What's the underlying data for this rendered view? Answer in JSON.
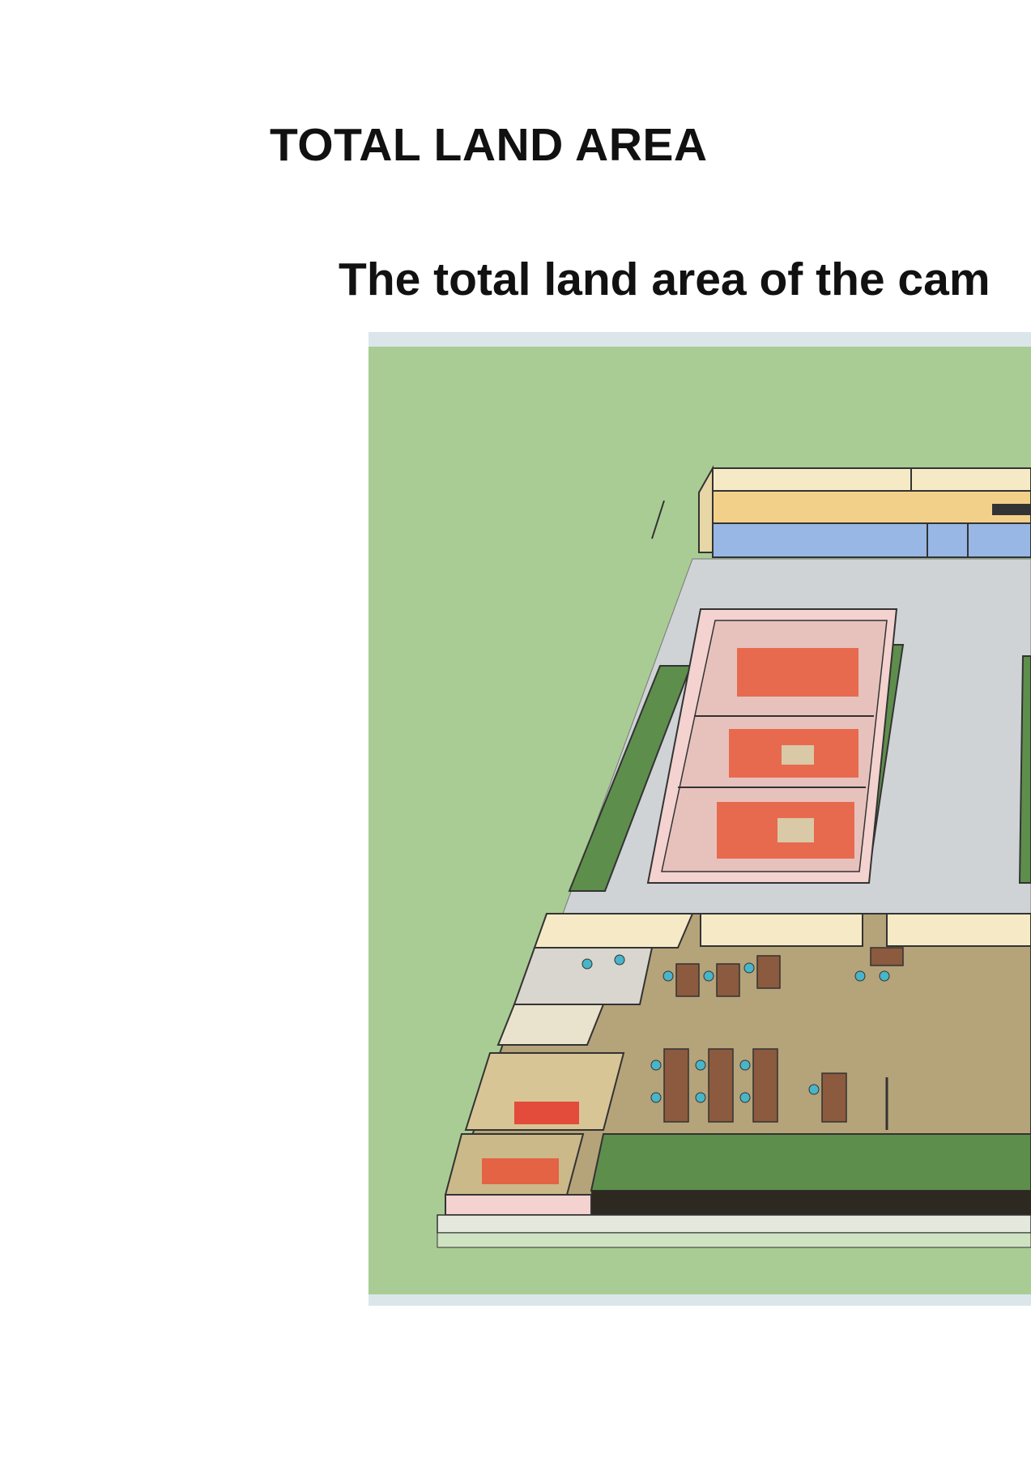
{
  "page": {
    "title": "TOTAL LAND AREA",
    "intro_text": "The total land area of the cam"
  },
  "illustration": {
    "subject": "isometric-campus-floor-plan",
    "colors": {
      "ground": "#a9cc94",
      "pavement": "#cfd3d6",
      "wall_cream": "#f6eac6",
      "wall_pink": "#f3d2cf",
      "glass": "#98b7e4",
      "seat_red": "#e65a3c",
      "floor_tan": "#b5a37a",
      "desk_brown": "#8c5a3e",
      "chair_teal": "#49b5c9",
      "hedge": "#5e8e4c"
    }
  }
}
